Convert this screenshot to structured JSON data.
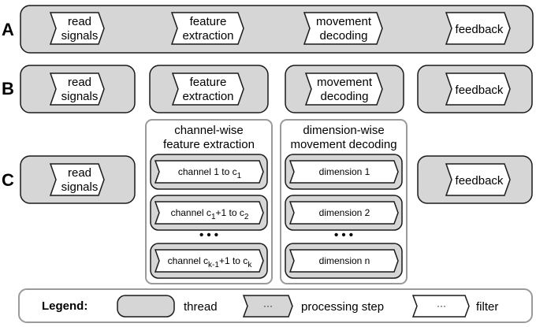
{
  "rows": {
    "a": "A",
    "b": "B",
    "c": "C"
  },
  "steps": {
    "read_line1": "read",
    "read_line2": "signals",
    "feature_line1": "feature",
    "feature_line2": "extraction",
    "movement_line1": "movement",
    "movement_line2": "decoding",
    "feedback": "feedback"
  },
  "groups": {
    "channel": {
      "title_line1": "channel-wise",
      "title_line2": "feature extraction",
      "items": [
        {
          "base": "channel 1 to c",
          "sub": "1"
        },
        {
          "base": "channel c",
          "sub": "1",
          "mid": "+1 to c",
          "sub2": "2"
        },
        {
          "base": "channel c",
          "sub": "k-1",
          "mid": "+1 to c",
          "sub2": "k"
        }
      ]
    },
    "dimension": {
      "title_line1": "dimension-wise",
      "title_line2": "movement decoding",
      "items": [
        "dimension 1",
        "dimension 2",
        "dimension n"
      ]
    },
    "ellipsis": "• • •"
  },
  "legend": {
    "title": "Legend:",
    "thread": "thread",
    "step_symbol": "···",
    "processing_step": "processing step",
    "filter_symbol": "···",
    "filter": "filter"
  }
}
